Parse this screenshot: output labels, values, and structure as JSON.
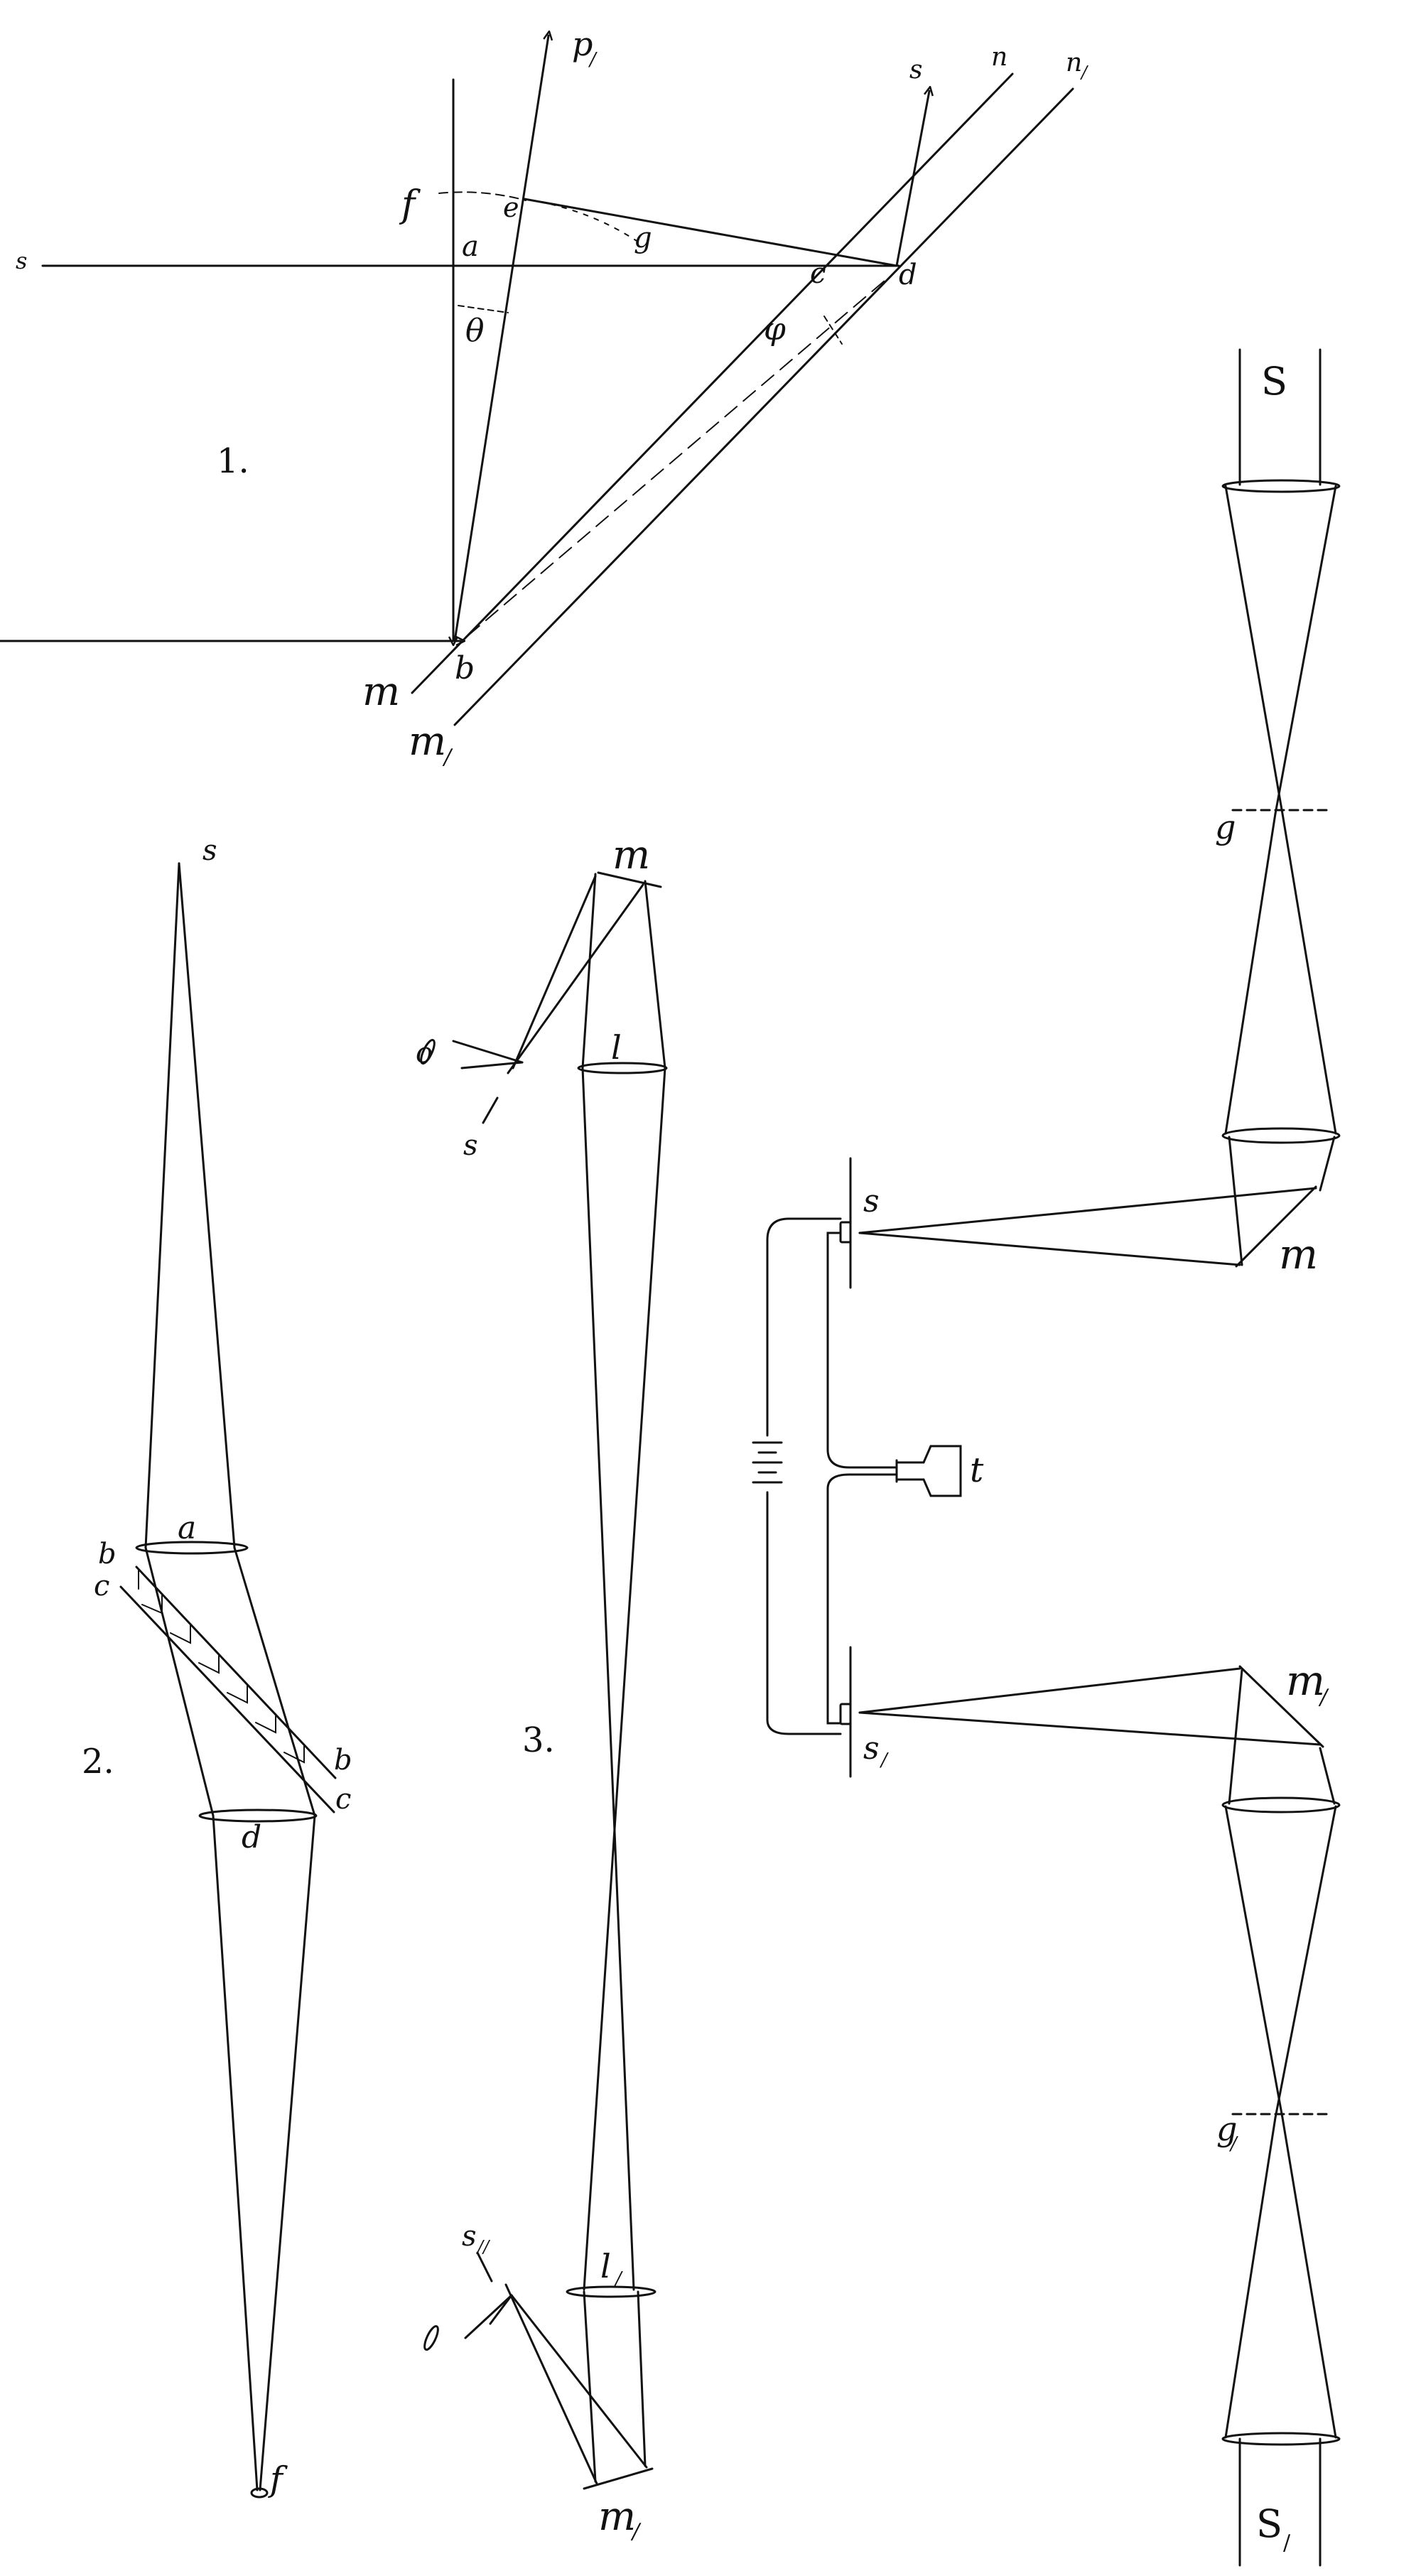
{
  "figure_numbers": {
    "fig1": "1.",
    "fig2": "2.",
    "fig3": "3."
  },
  "fig1": {
    "labels": {
      "p1": "p",
      "p1_sub": "/",
      "s_out": "s",
      "n": "n",
      "n1": "n",
      "n1_sub": "/",
      "f": "f",
      "e": "e",
      "a": "a",
      "g": "g",
      "c": "c",
      "d": "d",
      "s_left": "s",
      "theta": "θ",
      "phi": "φ",
      "b": "b",
      "m": "m",
      "m1": "m",
      "m1_sub": "/"
    }
  },
  "fig2": {
    "labels": {
      "s": "s",
      "a": "a",
      "b": "b",
      "c": "c",
      "b2": "b",
      "c2": "c",
      "d": "d",
      "f": "f"
    }
  },
  "fig3": {
    "labels": {
      "m": "m",
      "o": "o",
      "l": "l",
      "s": "s",
      "l1": "l",
      "l1_sub": "/",
      "s11": "s",
      "s11_sub": "//",
      "o2": "o",
      "m1": "m",
      "m1_sub": "/"
    }
  },
  "fig4": {
    "labels": {
      "S": "S",
      "g": "g",
      "s": "s",
      "m": "m",
      "t": "t",
      "s1": "s",
      "s1_sub": "/",
      "m1": "m",
      "m1_sub": "/",
      "g1": "g",
      "g1_sub": "/",
      "S1": "S",
      "S1_sub": "/"
    }
  },
  "colors": {
    "ink": "#111111",
    "paper": "#ffffff"
  }
}
